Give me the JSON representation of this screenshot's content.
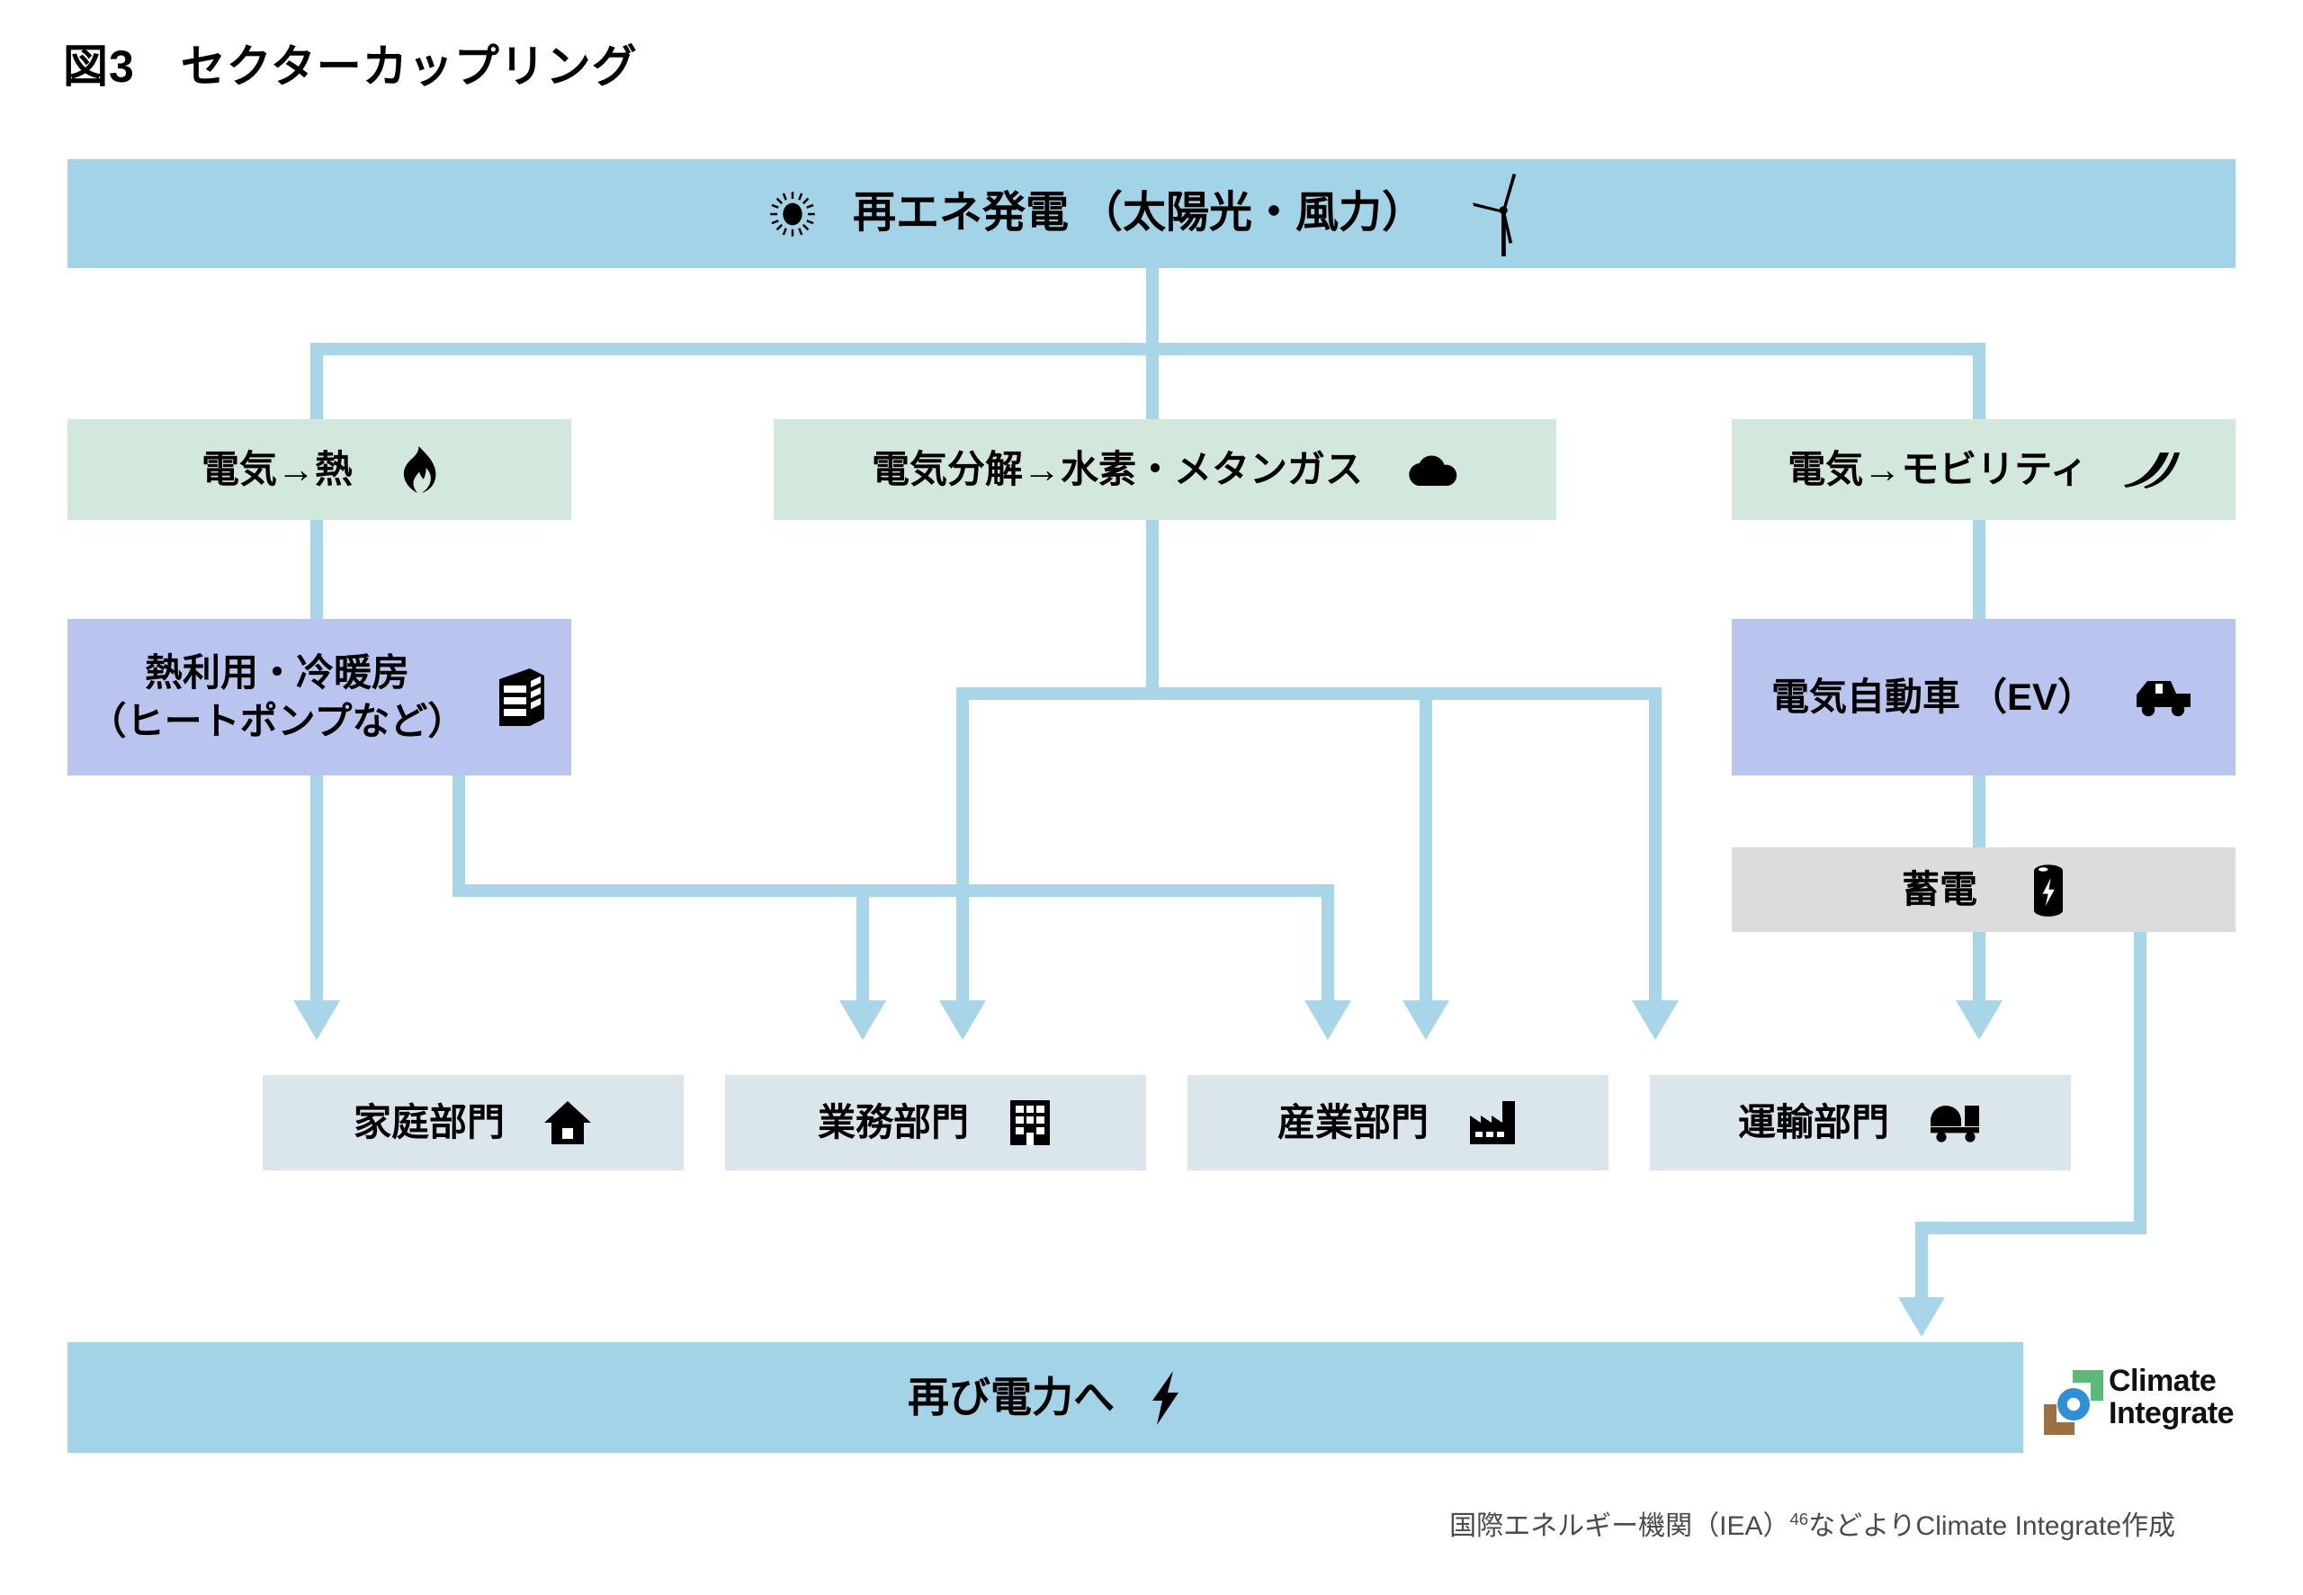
{
  "title": "図3　セクターカップリング",
  "source_note": {
    "pre": "国際エネルギー機関（IEA）",
    "footnote": "46",
    "post": "などよりClimate Integrate作成"
  },
  "logo": {
    "line1": "Climate",
    "line2": "Integrate",
    "colors": {
      "ring": "#2f8fd4",
      "bracket": "#5cb97a",
      "corner": "#9b7042"
    }
  },
  "colors": {
    "connector": "#a8d5e8",
    "source_bar": "#a3d3e6",
    "conversion": "#d3e8dc",
    "asset": "#b9c5ee",
    "storage": "#dcdcdc",
    "sector": "#dbe5ec"
  },
  "nodes": {
    "source": {
      "label": "再エネ発電",
      "paren": "（太陽光・風力）",
      "icons": [
        "sun-icon",
        "wind-turbine-icon"
      ]
    },
    "conversions": [
      {
        "label": "電気→熱",
        "icon": "flame-icon"
      },
      {
        "label": "電気分解→水素・メタンガス",
        "icon": "cloud-icon"
      },
      {
        "label": "電気→モビリティ",
        "icon": "road-icon"
      }
    ],
    "assets": [
      {
        "label": "熱利用・冷暖房",
        "sub": "（ヒートポンプなど）",
        "icon": "heat-pump-icon"
      },
      {
        "label": "電気自動車",
        "paren": "（EV）",
        "icon": "car-icon"
      }
    ],
    "storage": {
      "label": "蓄電",
      "icon": "battery-icon"
    },
    "sectors": [
      {
        "label": "家庭部門",
        "icon": "house-icon"
      },
      {
        "label": "業務部門",
        "icon": "office-building-icon"
      },
      {
        "label": "産業部門",
        "icon": "factory-icon"
      },
      {
        "label": "運輸部門",
        "icon": "truck-icon"
      }
    ],
    "return": {
      "label": "再び電力へ",
      "icon": "bolt-icon"
    }
  }
}
